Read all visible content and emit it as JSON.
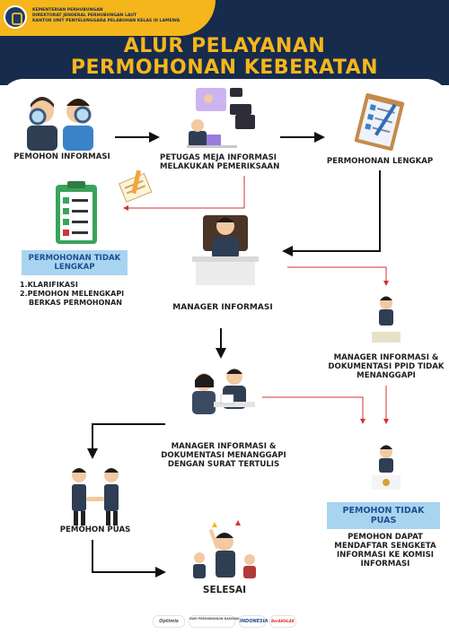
{
  "header": {
    "org_line1": "KEMENTERIAN PERHUBUNGAN",
    "org_line2": "DIREKTORAT JENDERAL PERHUBUNGAN LAUT",
    "org_line3": "KANTOR UNIT PENYELENGGARA PELABUHAN KELAS III LAMEWA",
    "title_line1": "ALUR PELAYANAN",
    "title_line2": "PERMOHONAN KEBERATAN"
  },
  "colors": {
    "navy": "#172b4d",
    "gold": "#f5b61c",
    "red_arrow": "#d63031",
    "box_bg": "#a9d4f0"
  },
  "steps": {
    "pemohon": "PEMOHON INFORMASI",
    "petugas_line1": "PETUGAS MEJA INFORMASI",
    "petugas_line2": "MELAKUKAN PEMERIKSAAN",
    "lengkap": "PERMOHONAN LENGKAP",
    "tidak_lengkap_line1": "PERMOHONAN TIDAK",
    "tidak_lengkap_line2": "LENGKAP",
    "notes": [
      "KLARIFIKASI",
      "PEMOHON MELENGKAPI",
      "BERKAS PERMOHONAN"
    ],
    "manager": "MANAGER INFORMASI",
    "ppid_line1": "MANAGER INFORMASI &",
    "ppid_line2": "DOKUMENTASI PPID TIDAK",
    "ppid_line3": "MENANGGAPI",
    "tulis_line1": "MANAGER INFORMASI &",
    "tulis_line2": "DOKUMENTASI MENANGGAPI",
    "tulis_line3": "DENGAN SURAT TERTULIS",
    "puas": "PEMOHON PUAS",
    "tidak_puas_line1": "PEMOHON TIDAK",
    "tidak_puas_line2": "PUAS",
    "sengketa_line1": "PEMOHON DAPAT",
    "sengketa_line2": "MENDAFTAR SENGKETA",
    "sengketa_line3": "INFORMASI KE KOMISI",
    "sengketa_line4": "INFORMASI",
    "selesai": "SELESAI"
  },
  "footer_logos": [
    "Optimis",
    "HARI PERHUBUNGAN NASIONAL 2023",
    "INDONESIA",
    "BerAKHLAK"
  ],
  "icons": [
    "magnifier-people-icon",
    "computer-desk-icon",
    "checklist-board-icon",
    "pen-paper-icon",
    "clipboard-icon",
    "manager-desk-icon",
    "manager-standing-icon",
    "meeting-icon",
    "handshake-icon",
    "celebration-icon"
  ]
}
